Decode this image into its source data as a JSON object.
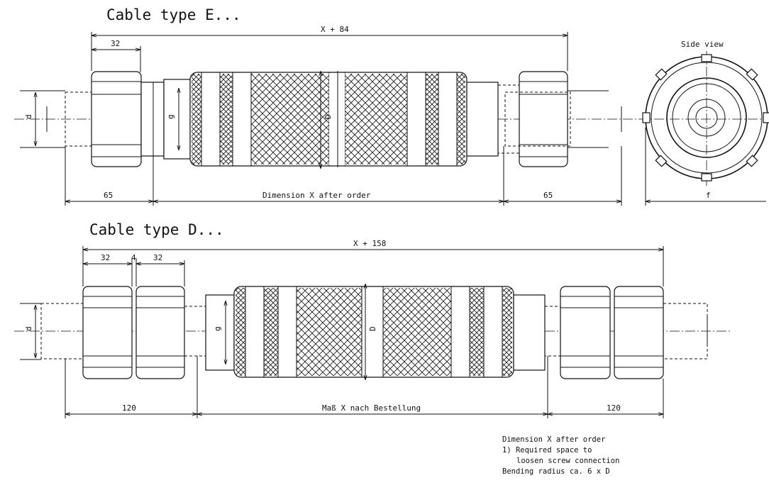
{
  "type_e": {
    "title": "Cable type E...",
    "overall": "X + 84",
    "nut_width": "32",
    "left_len": "65",
    "middle_label": "Dimension X after order",
    "right_len": "65",
    "label_d": "d",
    "label_g": "g",
    "label_D": "D"
  },
  "side_view": {
    "title": "Side view",
    "label_f": "f"
  },
  "type_d": {
    "title": "Cable type D...",
    "overall": "X + 158",
    "nut1": "32",
    "gap": "4",
    "nut2": "32",
    "left_len": "120",
    "middle_label": "Maß X nach Bestellung",
    "right_len": "120",
    "label_d": "d",
    "label_g": "g",
    "label_D": "D"
  },
  "notes": {
    "line1": "Dimension X after order",
    "line2": "1) Required space to",
    "line3": "loosen screw connection",
    "line4": "Bending radius ca. 6 x D"
  }
}
